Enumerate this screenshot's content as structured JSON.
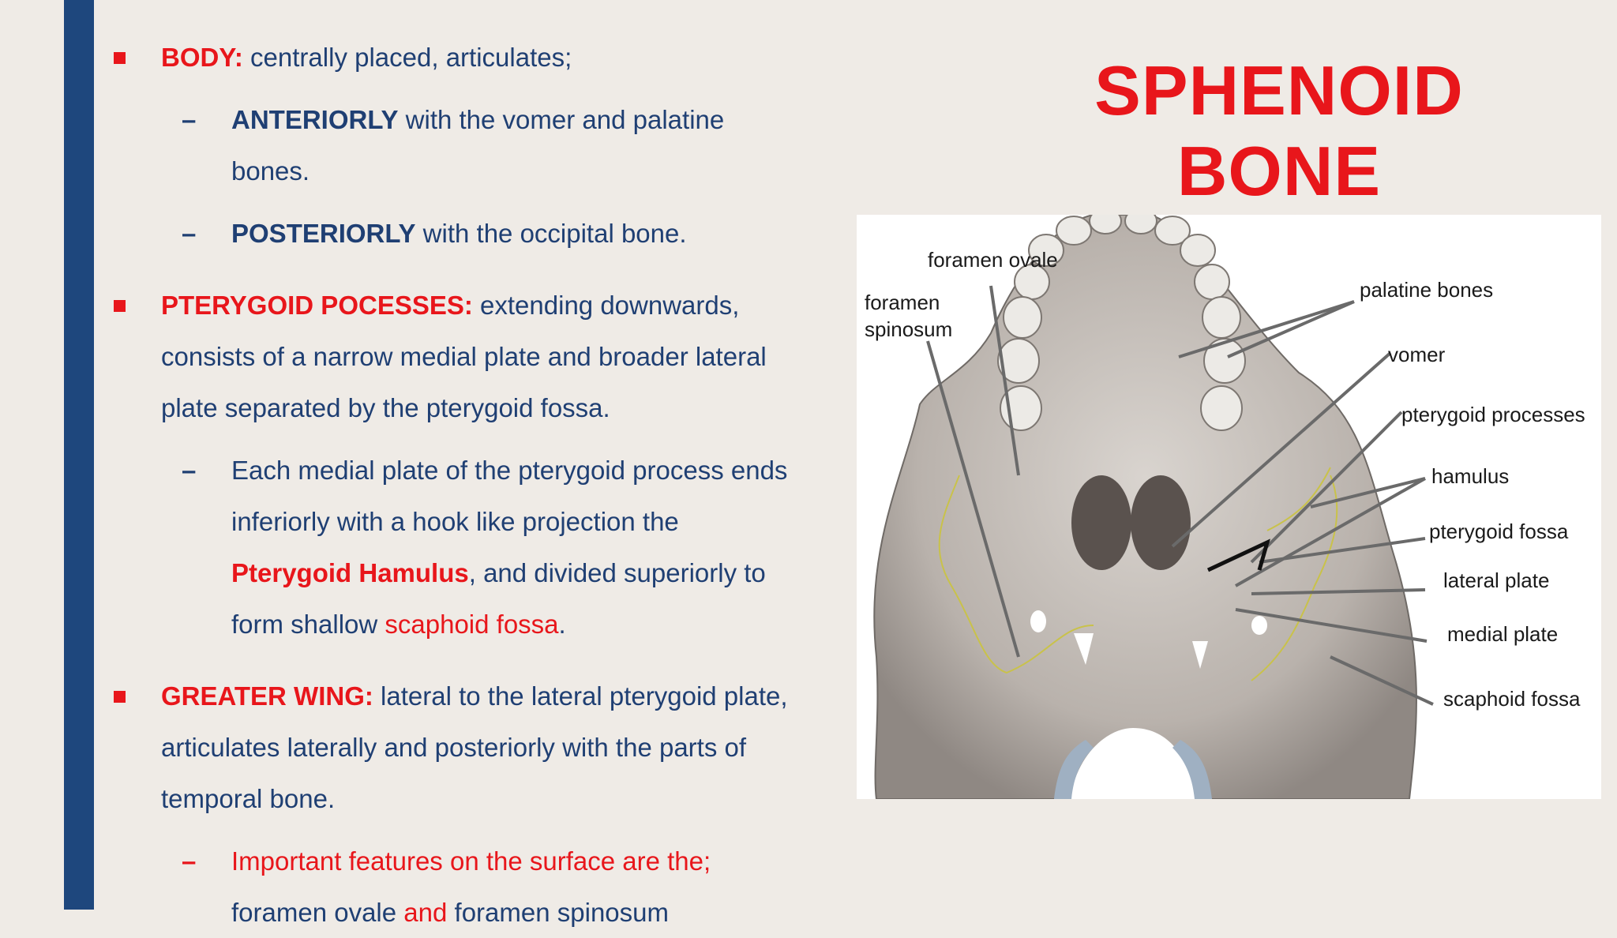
{
  "title": "SPHENOID BONE",
  "content": {
    "body": {
      "term": "BODY:",
      "text": " centrally placed, articulates;"
    },
    "anteriorly": {
      "term": "ANTERIORLY",
      "text1": " with the vomer and palatine",
      "text2": "bones."
    },
    "posteriorly": {
      "term": "POSTERIORLY",
      "text": " with the occipital bone."
    },
    "pterygoid": {
      "term": "PTERYGOID POCESSES:",
      "text1": " extending downwards,",
      "text2": "consists of a narrow medial plate and broader lateral",
      "text3": "plate separated by the pterygoid fossa."
    },
    "medial_plate": {
      "line1": "Each medial plate of the pterygoid process ends",
      "line2": "inferiorly with a hook like projection the",
      "hamulus": "Pterygoid Hamulus",
      "line3_rest": ", and divided superiorly to",
      "line4_start": "form shallow ",
      "scaphoid": "scaphoid fossa",
      "line4_end": "."
    },
    "greater_wing": {
      "term": "GREATER WING:",
      "text1": " lateral to the lateral pterygoid plate,",
      "text2": "articulates laterally and posteriorly with the parts of",
      "text3": "temporal bone."
    },
    "features": {
      "line1": "Important features on the surface are the;",
      "line2_a": "foramen ovale ",
      "line2_and": "and",
      "line2_b": " foramen spinosum"
    }
  },
  "bullets": {
    "square": "■",
    "dash": "–"
  },
  "figure_labels": {
    "foramen_ovale": "foramen ovale",
    "foramen_spinosum_1": "foramen",
    "foramen_spinosum_2": "spinosum",
    "palatine_bones": "palatine bones",
    "vomer": "vomer",
    "pterygoid_processes": "pterygoid processes",
    "hamulus": "hamulus",
    "pterygoid_fossa": "pterygoid fossa",
    "lateral_plate": "lateral plate",
    "medial_plate": "medial plate",
    "scaphoid_fossa": "scaphoid fossa"
  },
  "colors": {
    "accent_red": "#e8161b",
    "navy": "#1f3f73",
    "bar_blue": "#1e477d",
    "background": "#efebe6"
  }
}
